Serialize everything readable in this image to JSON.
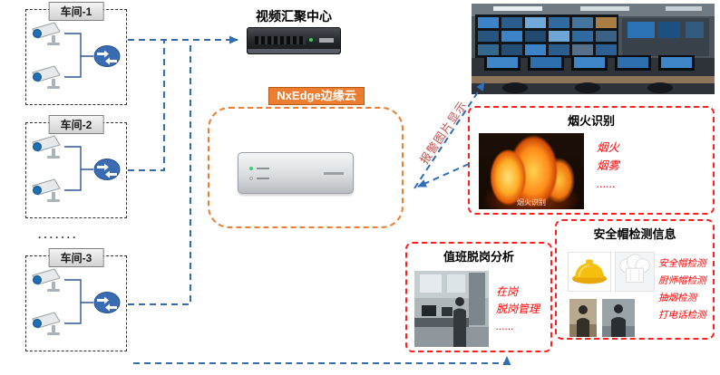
{
  "workshops": [
    {
      "label": "车间-1"
    },
    {
      "label": "车间-2"
    },
    {
      "label": "车间-3"
    }
  ],
  "workshop_gap_dots": ".......",
  "video_center": {
    "title": "视频汇聚中心"
  },
  "edge_cloud": {
    "label": "NxEdge边缘云"
  },
  "alarm_flow_label": "报警图片显示",
  "fire_box": {
    "title": "烟火识别",
    "items": [
      "烟火",
      "烟雾",
      "......"
    ],
    "photo_caption": "烟火识别"
  },
  "duty_box": {
    "title": "值班脱岗分析",
    "items": [
      "在岗",
      "脱岗管理",
      "......"
    ]
  },
  "helmet_box": {
    "title": "安全帽检测信息",
    "items": [
      "安全帽检测",
      "厨师帽检测",
      "抽烟检测",
      "打电话检测"
    ]
  },
  "icons": {
    "camera": "cctv-camera-icon",
    "router": "router-icon",
    "nvr": "nvr-recorder-device",
    "edge_server": "edge-server-device",
    "arrow": "dashed-flow-arrow"
  },
  "colors": {
    "arrow_blue": "#2F6DB5",
    "edge_orange": "#ED7D31",
    "alert_red": "#FF0000",
    "alarm_text_red": "#C0504D",
    "workshop_border": "#2F2F2F"
  }
}
